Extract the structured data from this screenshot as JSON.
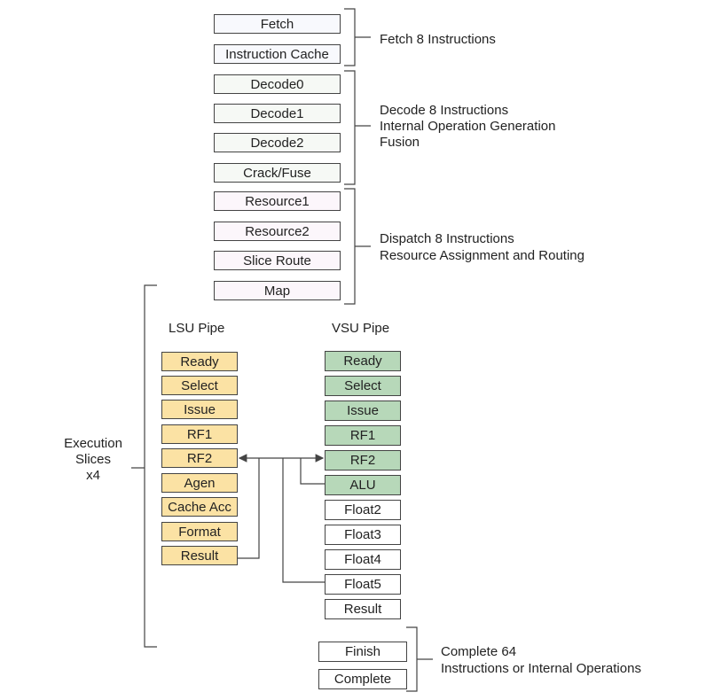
{
  "fetch_stage": {
    "boxes": [
      "Fetch",
      "Instruction Cache"
    ],
    "annotation": [
      "Fetch 8 Instructions"
    ]
  },
  "decode_stage": {
    "boxes": [
      "Decode0",
      "Decode1",
      "Decode2",
      "Crack/Fuse"
    ],
    "annotation": [
      "Decode 8 Instructions",
      "Internal Operation Generation",
      "Fusion"
    ]
  },
  "dispatch_stage": {
    "boxes": [
      "Resource1",
      "Resource2",
      "Slice Route",
      "Map"
    ],
    "annotation": [
      "Dispatch 8 Instructions",
      "Resource Assignment and Routing"
    ]
  },
  "execution": {
    "label": [
      "Execution",
      "Slices",
      "x4"
    ],
    "lsu_title": "LSU Pipe",
    "vsu_title": "VSU Pipe",
    "lsu_boxes": [
      "Ready",
      "Select",
      "Issue",
      "RF1",
      "RF2",
      "Agen",
      "Cache Acc",
      "Format",
      "Result"
    ],
    "vsu_boxes": [
      "Ready",
      "Select",
      "Issue",
      "RF1",
      "RF2",
      "ALU",
      "Float2",
      "Float3",
      "Float4",
      "Float5",
      "Result"
    ]
  },
  "complete_stage": {
    "boxes": [
      "Finish",
      "Complete"
    ],
    "annotation": [
      "Complete 64",
      "Instructions or Internal Operations"
    ]
  },
  "colors": {
    "lsu_fill": "#fbe2a4",
    "vsu_fill": "#b7d8b9",
    "line": "#444444"
  }
}
